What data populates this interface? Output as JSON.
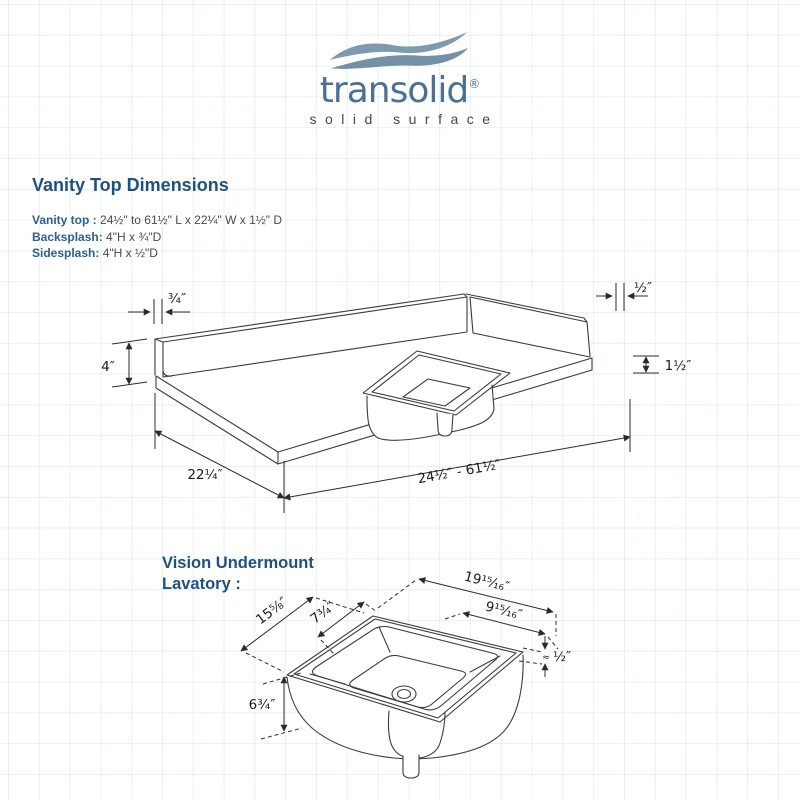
{
  "logo": {
    "brand": "transolid",
    "registered_mark": "®",
    "tagline": "solid surface"
  },
  "vanity_section": {
    "title": "Vanity Top Dimensions",
    "specs": [
      {
        "label": "Vanity top :",
        "value": "24½\" to 61½\" L x 22¼\" W x 1½\" D"
      },
      {
        "label": "Backsplash:",
        "value": "4\"H x ¾\"D"
      },
      {
        "label": "Sidesplash:",
        "value": "4\"H x ½\"D"
      }
    ],
    "dims": {
      "backsplash_thickness": "¾″",
      "sidesplash_thickness": "½″",
      "backsplash_height": "4″",
      "top_thickness": "1½″",
      "depth": "22¼″",
      "length_range": "24½″ - 61½″"
    }
  },
  "lavatory_section": {
    "title_line1": "Vision Undermount",
    "title_line2": "Lavatory :",
    "dims": {
      "outer_length": "19¹⁵⁄₁₆″",
      "inner_length": "9¹⁵⁄₁₆″",
      "outer_width": "15⅝″",
      "inner_width": "7¾″",
      "rim_thickness": "½″",
      "approx_mark": "≈",
      "bowl_depth": "6¾″"
    }
  },
  "colors": {
    "heading_blue": "#1e5181",
    "logo_blue": "#4a7095",
    "wave_top": "#7f9aae",
    "wave_bottom": "#7390a6",
    "line": "#3c3c3c"
  }
}
